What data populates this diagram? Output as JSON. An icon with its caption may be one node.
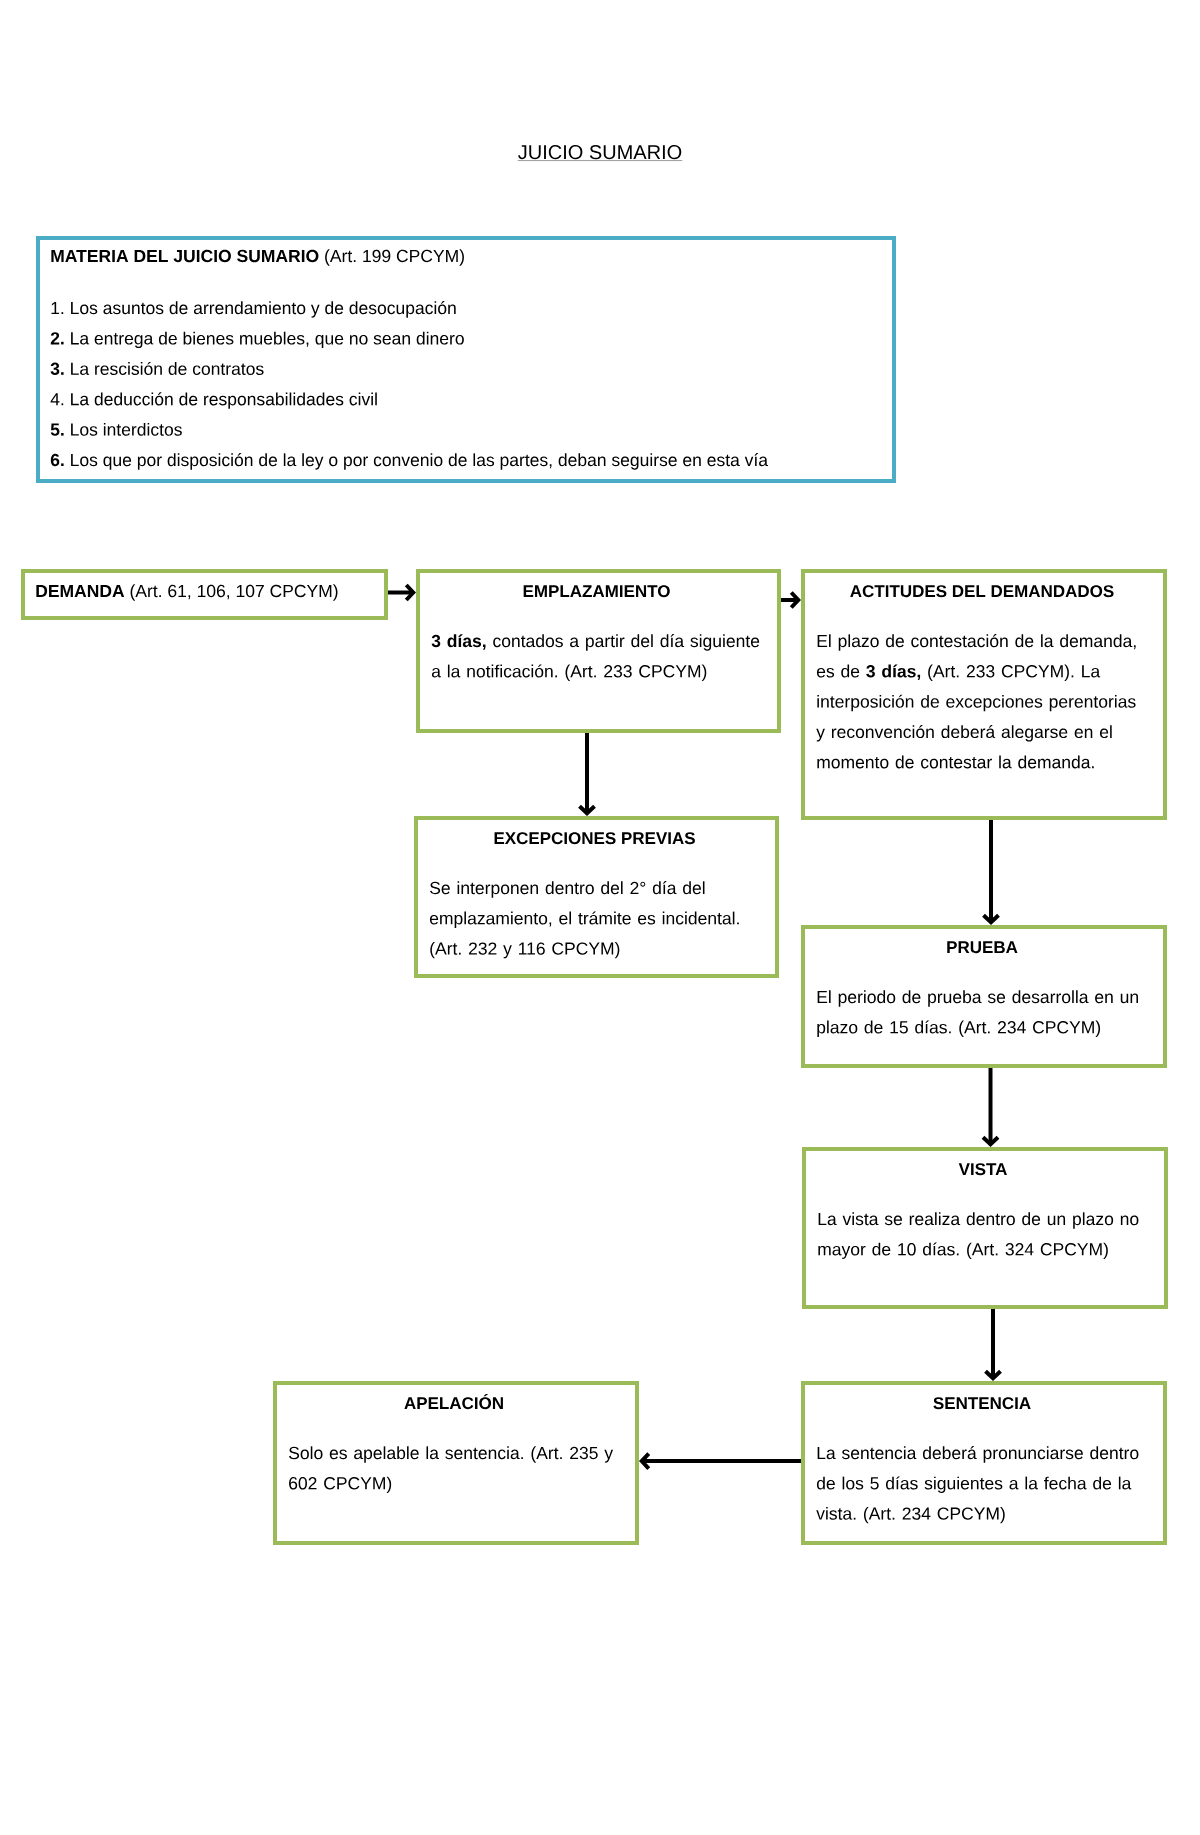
{
  "diagram": {
    "title": "JUICIO SUMARIO",
    "nodes": [
      {
        "text": [
          "**MATERIA DEL JUICIO SUMARIO** (Art. 199 CPCYM)",
          "1. Los asuntos de arrendamiento y de desocupación",
          "**2.** La entrega de bienes muebles, que no sean dinero",
          "**3.** La rescisión de contratos",
          "4. La deducción de responsabilidades civil",
          "**5.** Los interdictos",
          "**6.** Los que por disposición de la ley o por convenio de las partes, deban seguirse en esta vía"
        ]
      },
      {
        "text": [
          "**DEMANDA** (Art. 61, 106, 107 CPCYM)"
        ]
      },
      {
        "text": [
          "EMPLAZAMIENTO",
          "**3 días,** contados a partir del día siguiente a la notificación. (Art. 233 CPCYM)"
        ]
      },
      {
        "text": [
          "ACTITUDES DEL DEMANDADOS",
          "El plazo de contestación de la demanda, es de **3 días,** (Art. 233 CPCYM). La interposición de excepciones perentorias y reconvención deberá alegarse en el momento de contestar la demanda."
        ]
      },
      {
        "text": [
          "EXCEPCIONES PREVIAS",
          "Se interponen dentro del 2° día del emplazamiento, el trámite es incidental. (Art. 232 y 116 CPCYM)"
        ]
      },
      {
        "text": [
          "PRUEBA",
          "El periodo de prueba se desarrolla en un plazo de 15 días. (Art. 234 CPCYM)"
        ]
      },
      {
        "text": [
          "VISTA",
          "La vista se realiza dentro de un plazo no mayor de 10 días. (Art. 324 CPCYM)"
        ]
      },
      {
        "text": [
          "APELACIÓN",
          "Solo es apelable la sentencia. (Art. 235 y 602 CPCYM)"
        ]
      },
      {
        "text": [
          "SENTENCIA",
          "La sentencia deberá pronunciarse dentro de los 5 días siguientes a la fecha de la vista. (Art. 234 CPCYM)"
        ]
      }
    ],
    "edges": [
      {
        "from": 1,
        "to": 2,
        "arrow": "to"
      },
      {
        "from": 2,
        "to": 3,
        "arrow": "to"
      },
      {
        "from": 2,
        "to": 4,
        "arrow": "to"
      },
      {
        "from": 3,
        "to": 5,
        "arrow": "to"
      },
      {
        "from": 5,
        "to": 6,
        "arrow": "to"
      },
      {
        "from": 6,
        "to": 8,
        "arrow": "to"
      },
      {
        "from": 8,
        "to": 7,
        "arrow": "to"
      }
    ]
  }
}
